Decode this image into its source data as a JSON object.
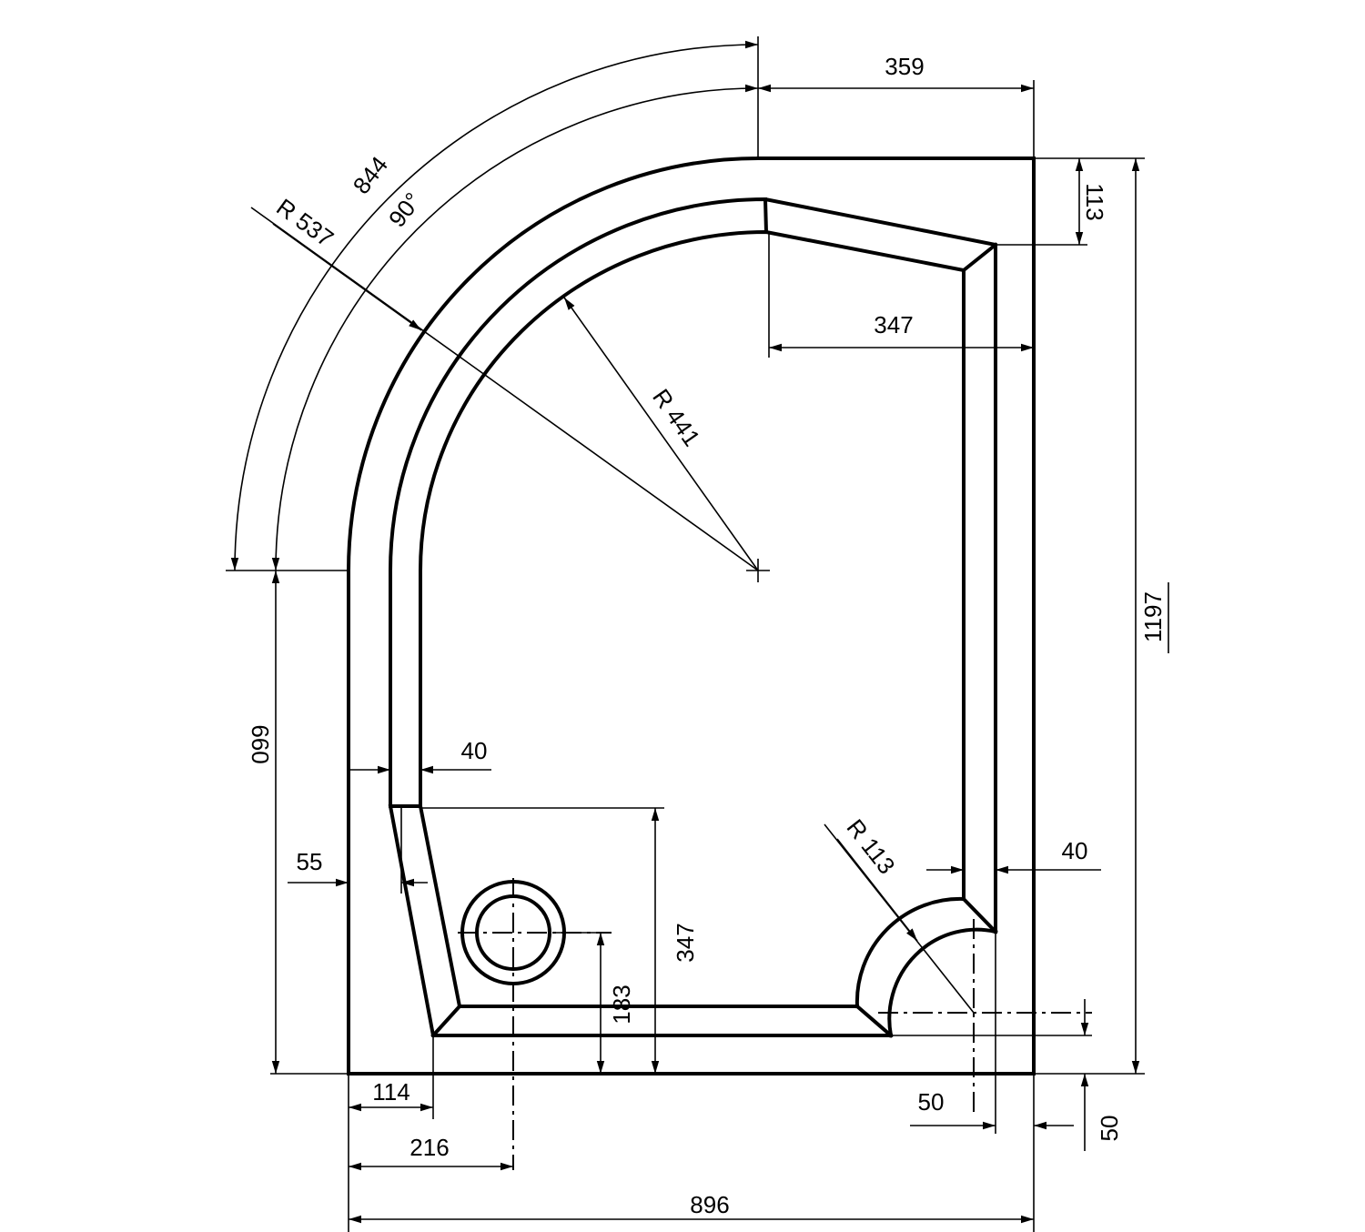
{
  "dimensions": {
    "overall_width": "896",
    "overall_height": "1197",
    "straight_left_height": "660",
    "arc_length": "844",
    "arc_angle": "90°",
    "outer_radius": "R 537",
    "inner_radius": "R 441",
    "corner_radius": "R 113",
    "top_straight": "359",
    "inner_top_straight": "347",
    "inner_front_height": "347",
    "right_drop": "113",
    "rim_left": "40",
    "rim_right": "40",
    "drain_height": "183",
    "drain_x": "216",
    "foot_offset": "114",
    "left_slant": "55",
    "corner_x": "50",
    "corner_y": "50"
  }
}
